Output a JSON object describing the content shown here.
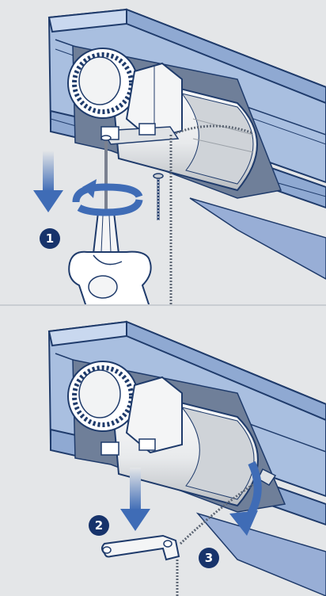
{
  "steps": [
    {
      "number": "1"
    },
    {
      "number": "2"
    },
    {
      "number": "3"
    }
  ],
  "colors": {
    "rail_blue": "#a9bfe0",
    "rail_dark": "#1f3b6b",
    "arrow_blue": "#3f6cb6",
    "badge_navy": "#17336b",
    "background": "#e4e6e8"
  },
  "icons": [
    "down-arrow-icon",
    "rotate-arrow-icon",
    "curved-arrow-icon"
  ]
}
